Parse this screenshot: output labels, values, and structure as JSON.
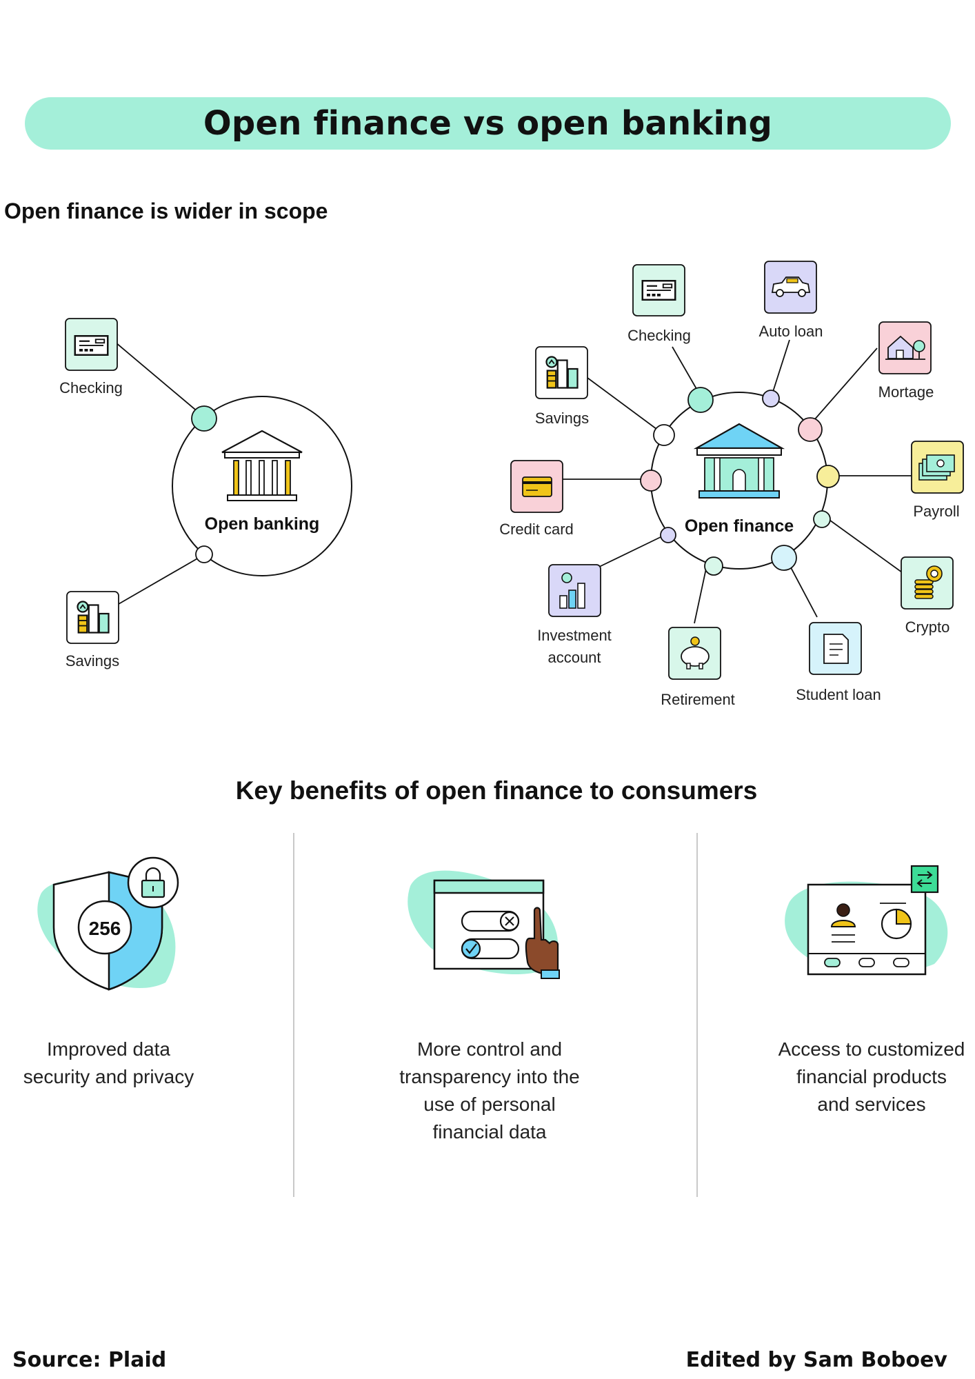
{
  "title": "Open finance vs open banking",
  "subtitle": "Open finance is wider in scope",
  "open_banking": {
    "center_label": "Open banking",
    "nodes": [
      {
        "label": "Checking",
        "icon": "check-icon"
      },
      {
        "label": "Savings",
        "icon": "savings-chart-icon"
      }
    ]
  },
  "open_finance": {
    "center_label": "Open finance",
    "nodes": [
      {
        "label": "Checking",
        "icon": "check-icon"
      },
      {
        "label": "Auto loan",
        "icon": "car-icon"
      },
      {
        "label": "Mortage",
        "icon": "house-icon"
      },
      {
        "label": "Savings",
        "icon": "savings-chart-icon"
      },
      {
        "label": "Credit card",
        "icon": "credit-card-icon"
      },
      {
        "label": "Payroll",
        "icon": "cash-icon"
      },
      {
        "label": "Crypto",
        "icon": "coins-icon"
      },
      {
        "label": "Investment",
        "label2": "account",
        "icon": "investment-chart-icon"
      },
      {
        "label": "Retirement",
        "icon": "piggy-bank-icon"
      },
      {
        "label": "Student loan",
        "icon": "document-icon"
      }
    ]
  },
  "benefits": {
    "title": "Key benefits of open finance to consumers",
    "items": [
      {
        "badge": "256",
        "icon": "shield-lock-icon",
        "lines": [
          "Improved data",
          "security and privacy"
        ]
      },
      {
        "icon": "toggle-controls-icon",
        "lines": [
          "More control and",
          "transparency into the",
          "use of personal",
          "financial data"
        ]
      },
      {
        "icon": "profile-dashboard-icon",
        "lines": [
          "Access to customized",
          "financial products",
          "and services"
        ]
      }
    ]
  },
  "footer": {
    "source": "Source: Plaid",
    "editor": "Edited by Sam Boboev"
  },
  "colors": {
    "mint": "#a4efd9",
    "mint_light": "#d8f7ea",
    "blue": "#6fd3f5",
    "lavender": "#d9d8f8",
    "pink": "#f9d1d8",
    "yellow": "#f7ee9a",
    "brown": "#8b4a2b",
    "gold": "#f0c419"
  }
}
